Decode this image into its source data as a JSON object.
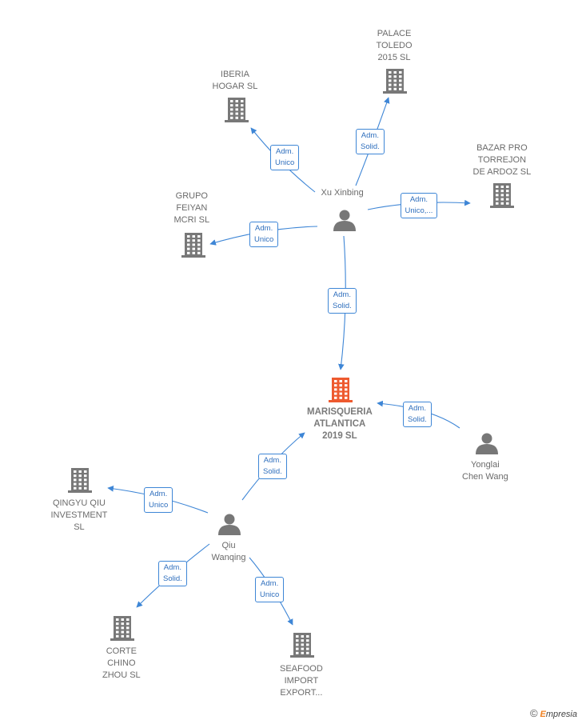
{
  "colors": {
    "edge": "#3e86d6",
    "company": "#787878",
    "focus_company": "#ee5a2f",
    "person": "#777777"
  },
  "nodes": [
    {
      "id": "iberia",
      "kind": "company",
      "name": "IBERIA\nHOGAR SL"
    },
    {
      "id": "palace",
      "kind": "company",
      "name": "PALACE\nTOLEDO\n2015  SL"
    },
    {
      "id": "bazar",
      "kind": "company",
      "name": "BAZAR PRO\nTORREJON\nDE ARDOZ  SL"
    },
    {
      "id": "grupo",
      "kind": "company",
      "name": "GRUPO\nFEIYAN\nMCRI SL"
    },
    {
      "id": "xu",
      "kind": "person",
      "name": "Xu Xinbing"
    },
    {
      "id": "maris",
      "kind": "company",
      "focus": true,
      "name": "MARISQUERIA\nATLANTICA\n2019  SL"
    },
    {
      "id": "yonglai",
      "kind": "person",
      "name": "Yonglai\nChen Wang"
    },
    {
      "id": "qingyu",
      "kind": "company",
      "name": "QINGYU QIU\nINVESTMENT\nSL"
    },
    {
      "id": "qiu",
      "kind": "person",
      "name": "Qiu\nWanqing"
    },
    {
      "id": "corte",
      "kind": "company",
      "name": "CORTE\nCHINO\nZHOU SL"
    },
    {
      "id": "seafood",
      "kind": "company",
      "name": "SEAFOOD\nIMPORT\nEXPORT..."
    }
  ],
  "edges": [
    {
      "from": "xu",
      "to": "iberia",
      "label": "Adm.\nUnico"
    },
    {
      "from": "xu",
      "to": "palace",
      "label": "Adm.\nSolid."
    },
    {
      "from": "xu",
      "to": "bazar",
      "label": "Adm.\nUnico,..."
    },
    {
      "from": "xu",
      "to": "grupo",
      "label": "Adm.\nUnico"
    },
    {
      "from": "xu",
      "to": "maris",
      "label": "Adm.\nSolid."
    },
    {
      "from": "yonglai",
      "to": "maris",
      "label": "Adm.\nSolid."
    },
    {
      "from": "qiu",
      "to": "maris",
      "label": "Adm.\nSolid."
    },
    {
      "from": "qiu",
      "to": "qingyu",
      "label": "Adm.\nUnico"
    },
    {
      "from": "qiu",
      "to": "corte",
      "label": "Adm.\nSolid."
    },
    {
      "from": "qiu",
      "to": "seafood",
      "label": "Adm.\nUnico"
    }
  ],
  "brand": {
    "copyright": "©",
    "initial": "E",
    "name": "mpresia"
  }
}
